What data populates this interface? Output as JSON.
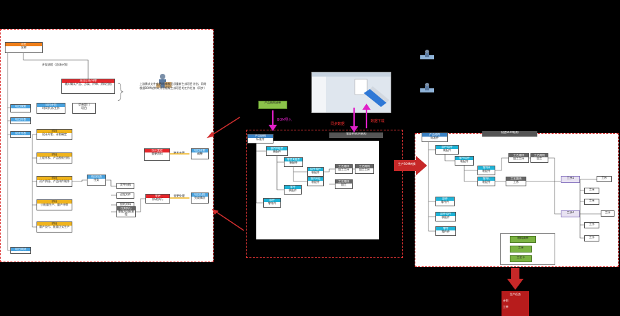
{
  "colors": {
    "blue": "#3b82c4",
    "orange": "#f0b41c",
    "red": "#e5262b",
    "green": "#7cb342",
    "magenta": "#e020c8",
    "gray": "#666666"
  },
  "left_panel": {
    "root": {
      "head": "项目",
      "body": "名称"
    },
    "flow_label": "开发流程（总体计划）",
    "red_box": {
      "head": "项目立项/评审",
      "body": "输入确认产品、方案、评审、资料归档"
    },
    "note": "上游需求文件变更时/审核后须重新生成项目计划，同时根据BOM结构以计划模版生成项目的工作任务（同步）",
    "person_icon": "person-with-boxes-icon",
    "row1": {
      "head": "项目规划",
      "body": ""
    },
    "row1_detail": "项目计划",
    "row1_detail2": "时间节点/工作",
    "row1_side": "负责部门",
    "row1_side2": "项目",
    "row2": {
      "head": "项目开发",
      "body": ""
    },
    "row3": {
      "head": "设计开发",
      "body": ""
    },
    "orange_boxes": [
      {
        "head": "阶段",
        "body": "设计开发、计划确定"
      },
      {
        "head": "阶段",
        "body": "工程开发、产品图纸归档"
      },
      {
        "head": "阶段",
        "body": "试产阶段、产品样件制作"
      },
      {
        "head": "阶段",
        "body": "小批量生产、量产评审"
      },
      {
        "head": "阶段",
        "body": "量产交付、批量正式生产"
      }
    ],
    "mid_box": {
      "head": "项目任务",
      "body": "任务"
    },
    "small_boxes": [
      "文件归档",
      "过程文件",
      "图纸资料"
    ],
    "gray_box": {
      "head": "任务执行",
      "body": "审批/反馈/流程"
    },
    "red_small": {
      "head": "变更",
      "body": "修改执行"
    },
    "right_red": {
      "head": "设计变更",
      "body": "变更资料"
    },
    "right_blue1": {
      "head": "项目计划",
      "body": "调整"
    },
    "right_blue2": {
      "head": "项目归档",
      "body": "完成情况"
    },
    "arrow_label1": "触发变更",
    "arrow_label2": "变更处理",
    "bottom": {
      "head": "项目关闭",
      "body": ""
    }
  },
  "middle_panel": {
    "label_green": "产品结构清单",
    "label_bom_import": "BOM导入",
    "label_sync": "同步数据",
    "label_download": "数据下载",
    "title_bar": "零部件BOM结构",
    "root": {
      "head": "产品结构",
      "body": "标准件"
    },
    "nodes": [
      {
        "head": "部件A组件",
        "body": "装配件"
      },
      {
        "head": "零件B组件",
        "body": "装配件"
      },
      {
        "head": "组件零件",
        "body": "装配件"
      },
      {
        "head": "零件A组",
        "body": "装配件"
      },
      {
        "head": "零件",
        "body": "装配件"
      },
      {
        "head": "部件",
        "body": "零件件"
      }
    ],
    "gray_nodes": [
      {
        "head": "工艺路线",
        "body": "加工工序"
      },
      {
        "head": "工艺路线",
        "body": "加工工序"
      },
      {
        "head": "工艺路线",
        "body": "加工"
      }
    ]
  },
  "arrow_mid": "生产BOM转换",
  "right_panel": {
    "title_bar": "制造BOM结构",
    "root": {
      "head": "产品结构",
      "body": "标准件"
    },
    "nodes": [
      {
        "head": "部件组件",
        "body": "装配件"
      },
      {
        "head": "零件组件",
        "body": "装配件"
      },
      {
        "head": "零件B",
        "body": "装配件"
      },
      {
        "head": "零件C",
        "body": "装配件"
      },
      {
        "head": "部件",
        "body": "零件件"
      },
      {
        "head": "部件组件",
        "body": "装配件"
      },
      {
        "head": "零件",
        "body": "零件件"
      }
    ],
    "gray_nodes": [
      {
        "head": "工艺路线",
        "body": "加工工序"
      },
      {
        "head": "工艺路线",
        "body": "加工"
      },
      {
        "head": "工艺路线",
        "body": "工序"
      }
    ],
    "purple_nodes": [
      "工序1",
      "工序2"
    ],
    "small_nodes": [
      "工序",
      "工序",
      "工序",
      "工序",
      "工序",
      "工序"
    ],
    "legend": [
      "物料清单",
      "工序",
      "工艺卡"
    ],
    "bottom_red": {
      "title": "生产任务",
      "items": [
        "计划",
        "工单"
      ]
    }
  }
}
